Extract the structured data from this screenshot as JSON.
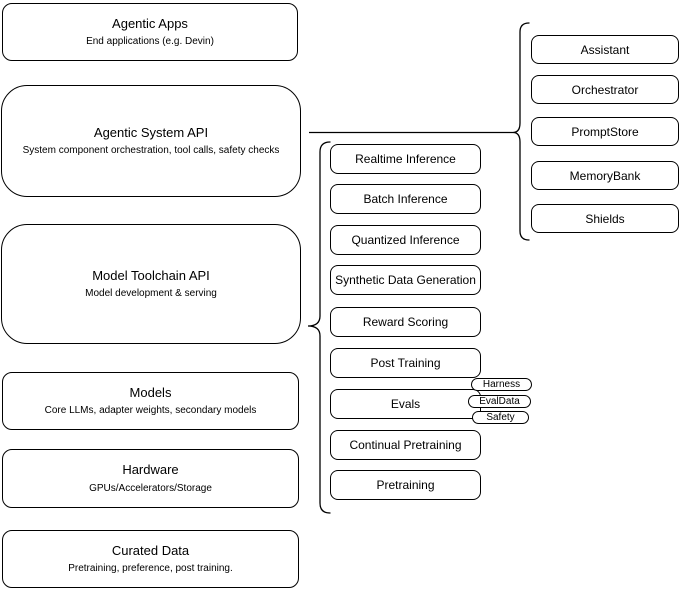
{
  "colors": {
    "stroke": "#000000",
    "fill": "#ffffff",
    "text": "#000000"
  },
  "left_stack": [
    {
      "title": "Agentic Apps",
      "subtitle": "End applications (e.g. Devin)"
    },
    {
      "title": "Agentic System API",
      "subtitle": "System component orchestration, tool calls, safety checks"
    },
    {
      "title": "Model Toolchain API",
      "subtitle": "Model development & serving"
    },
    {
      "title": "Models",
      "subtitle": "Core LLMs, adapter weights, secondary models"
    },
    {
      "title": "Hardware",
      "subtitle": "GPUs/Accelerators/Storage"
    },
    {
      "title": "Curated Data",
      "subtitle": "Pretraining, preference, post training."
    }
  ],
  "toolchain_items": [
    "Realtime Inference",
    "Batch Inference",
    "Quantized Inference",
    "Synthetic Data Generation",
    "Reward Scoring",
    "Post Training",
    "Evals",
    "Continual Pretraining",
    "Pretraining"
  ],
  "eval_tags": [
    "Harness",
    "EvalData",
    "Safety"
  ],
  "system_components": [
    "Assistant",
    "Orchestrator",
    "PromptStore",
    "MemoryBank",
    "Shields"
  ]
}
